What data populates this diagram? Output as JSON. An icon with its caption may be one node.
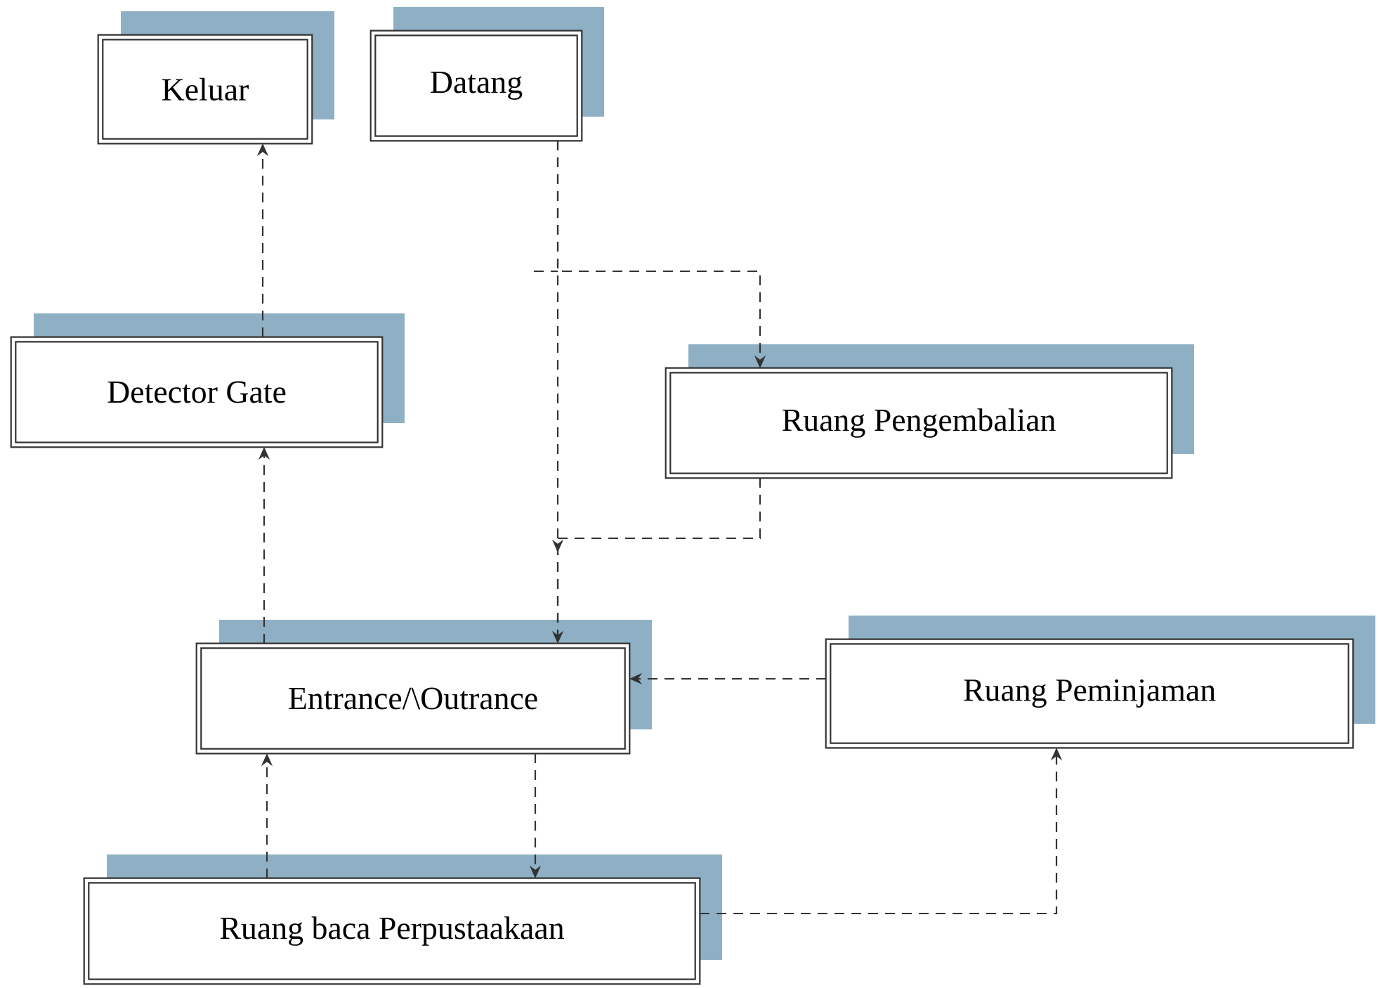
{
  "diagram": {
    "nodes": [
      {
        "text": [
          "Keluar"
        ]
      },
      {
        "text": [
          "Datang"
        ]
      },
      {
        "text": [
          "Detector Gate"
        ]
      },
      {
        "text": [
          "Ruang Pengembalian"
        ]
      },
      {
        "text": [
          "Entrance/\\Outrance"
        ]
      },
      {
        "text": [
          "Ruang Peminjaman"
        ]
      },
      {
        "text": [
          "Ruang baca Perpustaakaan"
        ]
      }
    ],
    "edges": [
      {
        "from": 4,
        "to": 2,
        "arrow": "to"
      },
      {
        "from": 2,
        "to": 0,
        "arrow": "to"
      },
      {
        "from": 1,
        "to": 4,
        "arrow": "to"
      },
      {
        "from": 1,
        "to": 3,
        "arrow": "to"
      },
      {
        "from": 3,
        "to": 4,
        "arrow": "to"
      },
      {
        "from": 5,
        "to": 4,
        "arrow": "to"
      },
      {
        "from": 4,
        "to": 6,
        "arrow": "to"
      },
      {
        "from": 6,
        "to": 4,
        "arrow": "to"
      },
      {
        "from": 6,
        "to": 5,
        "arrow": "to"
      }
    ]
  }
}
